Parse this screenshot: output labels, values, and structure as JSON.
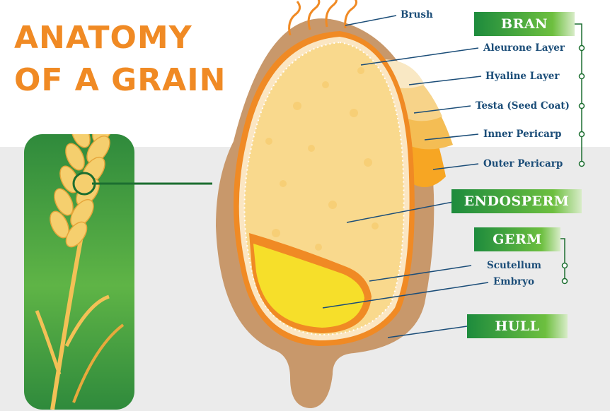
{
  "title": {
    "line1": "ANATOMY",
    "line2": "OF A GRAIN"
  },
  "sections": {
    "bran": "BRAN",
    "endosperm": "ENDOSPERM",
    "germ": "GERM",
    "hull": "HULL"
  },
  "labels": {
    "brush": "Brush",
    "aleurone_layer": "Aleurone Layer",
    "hyaline_layer": "Hyaline Layer",
    "testa": "Testa (Seed Coat)",
    "inner_pericarp": "Inner Pericarp",
    "outer_pericarp": "Outer Pericarp",
    "scutellum": "Scutellum",
    "embryo": "Embryo"
  },
  "colors": {
    "title_orange": "#f08a24",
    "label_blue": "#1b4d78",
    "ribbon_green": "#1d8b3d",
    "hull_tan": "#c8986b",
    "endosperm_yellow": "#f9d98d",
    "embryo_yellow": "#f6df2a"
  }
}
